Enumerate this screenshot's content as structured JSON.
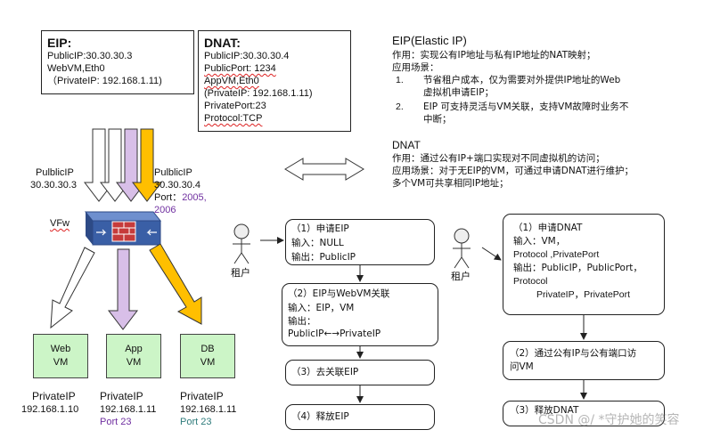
{
  "eip_box": {
    "title": "EIP:",
    "line1": "PublicIP:30.30.30.3",
    "line2": "WebVM,Eth0",
    "line3": "（PrivateIP: 192.168.1.11)"
  },
  "dnat_box": {
    "title": "DNAT:",
    "line1": "PublicIP:30.30.30.4",
    "line2": "PublicPort: 1234",
    "line3": "AppVM,Eth0",
    "line4": "(PrivateIP: 192.168.1.11)",
    "line5": "PrivatePort:23",
    "line6": "Protocol:TCP"
  },
  "eip_desc": {
    "title": "EIP(Elastic IP)",
    "purpose": "作用：实现公有IP地址与私有IP地址的NAT映射；",
    "scenario_label": "应用场景：",
    "item1_num": "1.",
    "item1_line1": "节省租户成本，仅为需要对外提供IP地址的Web",
    "item1_line2": "虚拟机申请EIP；",
    "item2_num": "2.",
    "item2_line1": "EIP 可支持灵活与VM关联，支持VM故障时业务不",
    "item2_line2": "中断；"
  },
  "dnat_desc": {
    "title": "DNAT",
    "purpose": "作用：通过公有IP+端口实现对不同虚拟机的访问；",
    "scenario": "应用场景：对于无EIP的VM，可通过申请DNAT进行维护；",
    "note": "多个VM可共享相同IP地址；"
  },
  "network": {
    "public_ip_left_label": "PulblicIP",
    "public_ip_left_value": "30.30.30.3",
    "public_ip_right_label": "PulblicIP",
    "public_ip_right_value": "30.30.30.4",
    "port_label": "Port：",
    "port_value1": "2005,",
    "port_value2": "2006",
    "firewall_label": "VFw"
  },
  "vms": [
    {
      "line1": "Web",
      "line2": "VM",
      "ip_label": "PrivateIP",
      "ip": "192.168.1.10",
      "port": ""
    },
    {
      "line1": "App",
      "line2": "VM",
      "ip_label": "PrivateIP",
      "ip": "192.168.1.11",
      "port": "Port 23"
    },
    {
      "line1": "DB",
      "line2": "VM",
      "ip_label": "PrivateIP",
      "ip": "192.168.1.11",
      "port": "Port 23"
    }
  ],
  "tenant_label": "租户",
  "eip_flow": {
    "step1_title": "（1）申请EIP",
    "step1_in": "输入：NULL",
    "step1_out": "输出：PublicIP",
    "step2_title": "（2）EIP与WebVM关联",
    "step2_in": "输入：EIP，VM",
    "step2_out": "输出：",
    "step2_map": "PublicIP←→PrivateIP",
    "step3_title": "（3）去关联EIP",
    "step4_title": "（4）释放EIP"
  },
  "dnat_flow": {
    "step1_title": "（1）申请DNAT",
    "step1_in1": "输入：VM，",
    "step1_in2": "Protocol ,PrivatePort",
    "step1_out1": "输出：PublicIP，PublicPort，",
    "step1_out2": "Protocol",
    "step1_out3": "PrivateIP，PrivatePort",
    "step2_line1": "（2）通过公有IP与公有端口访",
    "step2_line2": "问VM",
    "step3_title": "（3）释放DNAT"
  },
  "watermark": "CSDN @/ *守护她的笑容",
  "colors": {
    "lavender": "#d8bfe8",
    "gold": "#ffbf00",
    "vm_green": "#ccf5c7",
    "port_purple": "#7030a0",
    "port_teal": "#2e7b7b",
    "firewall_blue": "#3a5fa6"
  }
}
